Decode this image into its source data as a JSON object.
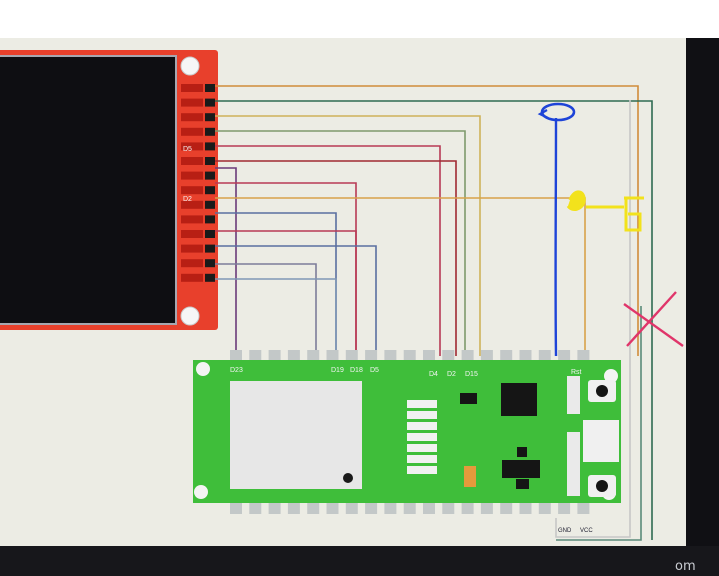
{
  "colors": {
    "screen_bg": "#ecece4",
    "tft_board": "#e8402c",
    "tft_screen": "#0e0e12",
    "mcu_board": "#3fbe3a",
    "pin_pad": "#c3c8c8",
    "annotation_blue": "#1e44d8",
    "annotation_yellow": "#f2e21c",
    "annotation_red": "#e0356a"
  },
  "tft_display": {
    "pin_labels": [
      "D5",
      "D2"
    ]
  },
  "mcu_board": {
    "top_labels": [
      "D23",
      "D19",
      "D18",
      "D5",
      "D4",
      "D2",
      "D15"
    ],
    "right_label": "Rst",
    "bottom_labels": [
      "GND",
      "VCC"
    ]
  },
  "annotations": {
    "blue_pen": "circle-with-arrow",
    "yellow_pen": "added-jumper",
    "red_pen": "cross-mark"
  },
  "watermark": "om"
}
